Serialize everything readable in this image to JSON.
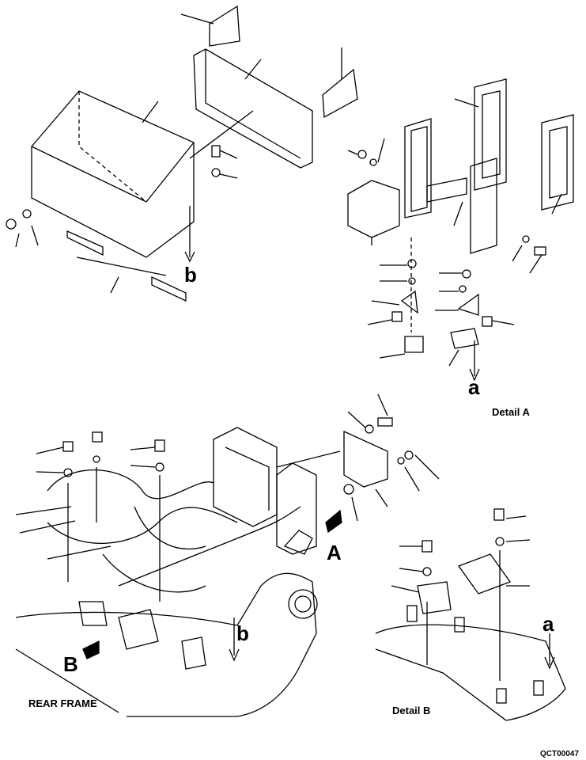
{
  "labels": {
    "rear_frame": "REAR FRAME",
    "detail_a": "Detail A",
    "detail_b": "Detail B",
    "letter_a_upper": "A",
    "letter_b_upper": "B",
    "letter_a_lower_detail": "a",
    "letter_a_lower_detailb": "a",
    "letter_b_lower_top": "b",
    "letter_b_lower_main": "b",
    "figure_code": "QCT00047"
  }
}
